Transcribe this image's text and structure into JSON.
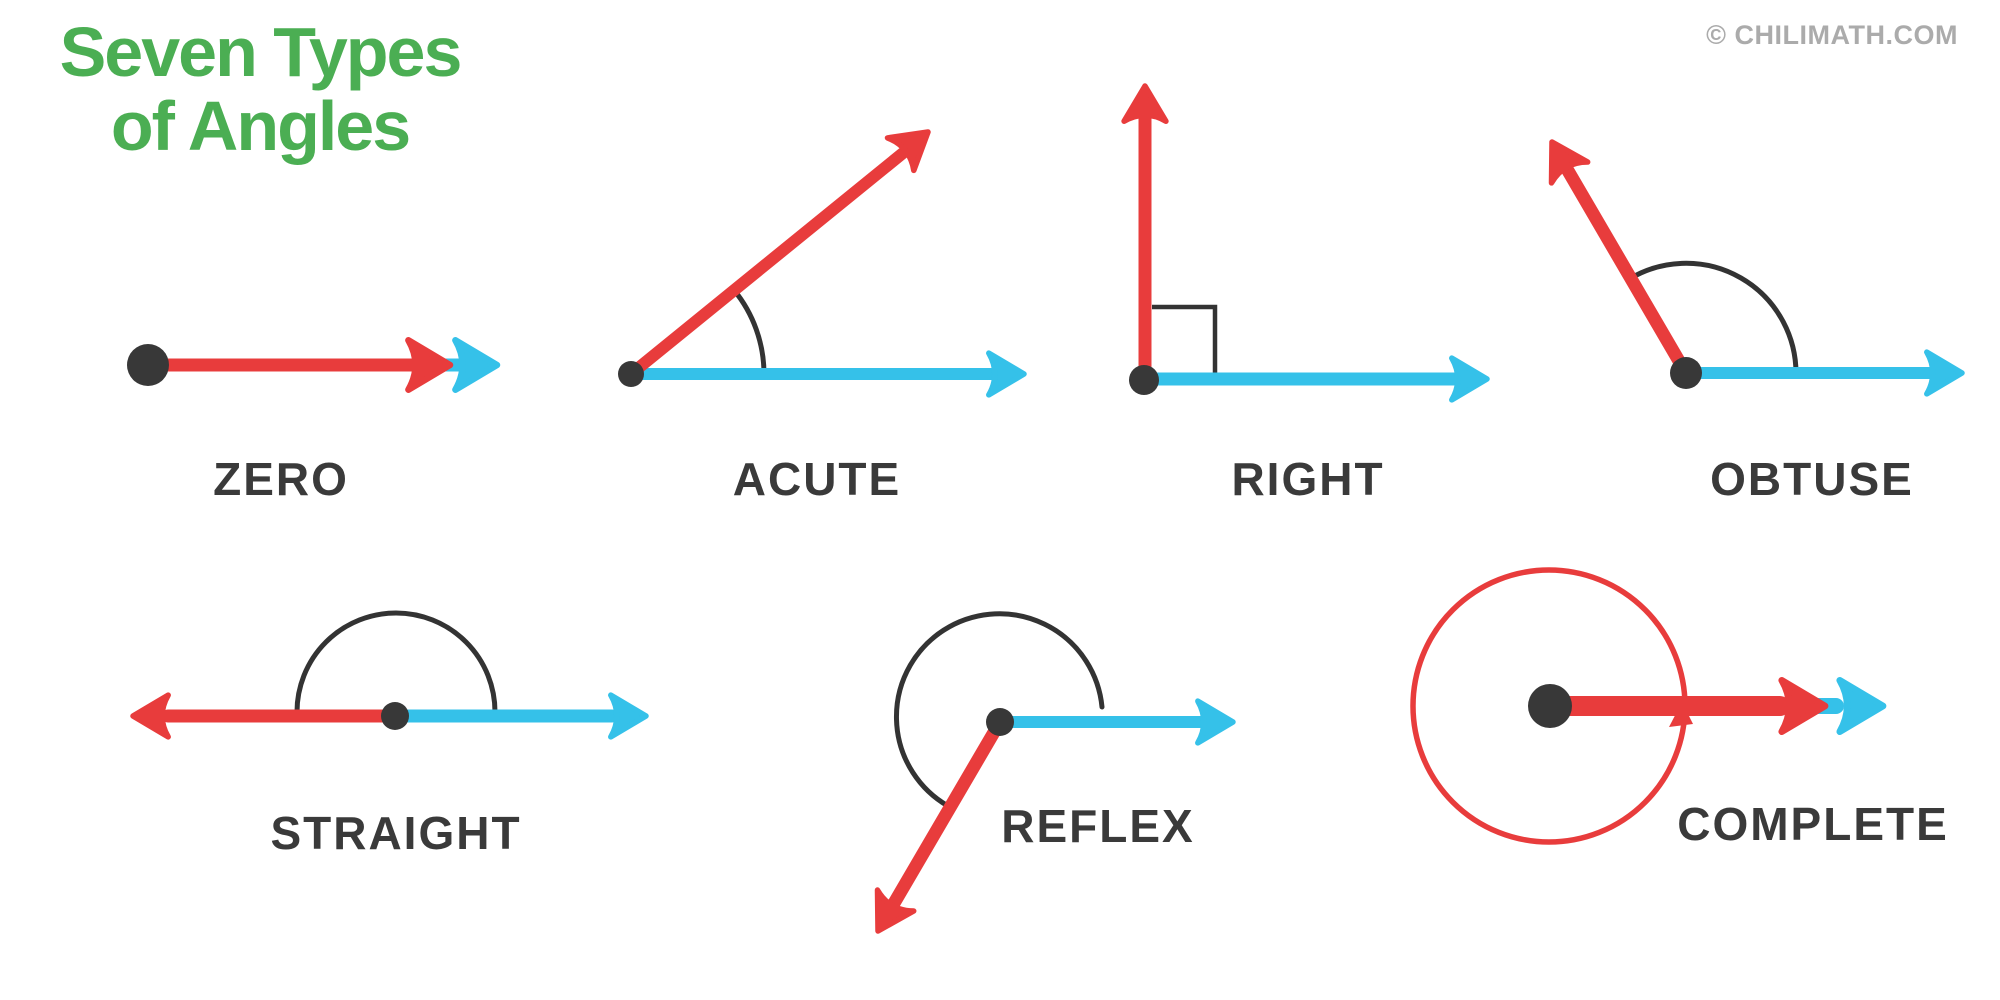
{
  "header": {
    "title_line1": "Seven Types",
    "title_line2": "of Angles",
    "copyright": "© CHILIMATH.COM"
  },
  "colors": {
    "green": "#4BAE53",
    "red": "#E83C3C",
    "blue": "#35C1E9",
    "label_dark": "#3A3A3A",
    "dot_dark": "#383838",
    "arc_dark": "#333333",
    "copyright_gray": "#ABABAB",
    "background": "#FFFFFF"
  },
  "legend": {
    "initial_ray_color": "blue",
    "terminal_ray_color": "red",
    "vertex_marker": "black dot"
  },
  "diagrams": [
    {
      "id": "zero",
      "label": "ZERO",
      "depicted_angle_deg": 0
    },
    {
      "id": "acute",
      "label": "ACUTE",
      "depicted_angle_deg": 40
    },
    {
      "id": "right",
      "label": "RIGHT",
      "depicted_angle_deg": 90
    },
    {
      "id": "obtuse",
      "label": "OBTUSE",
      "depicted_angle_deg": 120
    },
    {
      "id": "straight",
      "label": "STRAIGHT",
      "depicted_angle_deg": 180
    },
    {
      "id": "reflex",
      "label": "REFLEX",
      "depicted_angle_deg": 240
    },
    {
      "id": "complete",
      "label": "COMPLETE",
      "depicted_angle_deg": 360
    }
  ]
}
